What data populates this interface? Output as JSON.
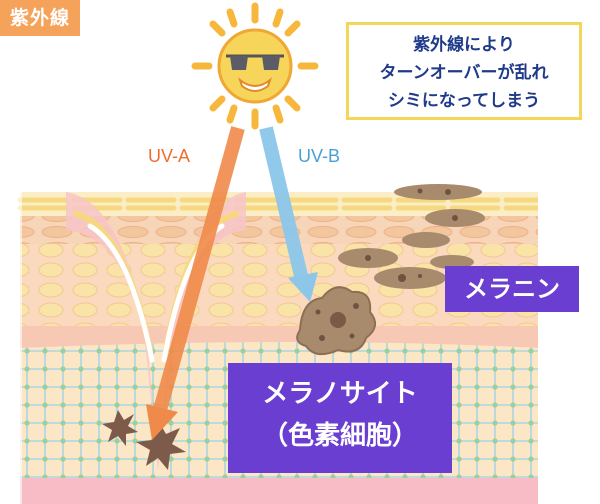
{
  "tag": "紫外線",
  "callout": {
    "lines": [
      "紫外線により",
      "ターンオーバーが乱れ",
      "シミになってしまう"
    ]
  },
  "rays": {
    "uva_label": "UV-A",
    "uvb_label": "UV-B"
  },
  "labels": {
    "melanin": "メラニン",
    "melanocyte_line1": "メラノサイト",
    "melanocyte_line2": "（色素細胞）"
  },
  "colors": {
    "tag_bg": "#f5a25a",
    "callout_border": "#f3d65a",
    "callout_text": "#1f3a8a",
    "uva": "#ee6f2d",
    "uvb": "#4a9fd3",
    "label_bg": "#6a3ed1",
    "sun": "#f6b73c",
    "melanin": "#a88a6c"
  },
  "icons": [
    "sun-icon",
    "sunglasses-icon",
    "melanocyte-cell-icon",
    "melanin-granule-icon"
  ]
}
